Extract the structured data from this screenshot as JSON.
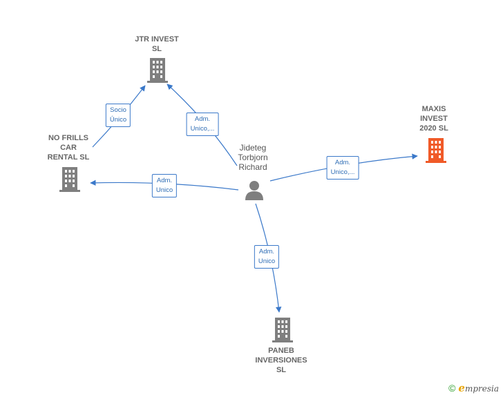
{
  "colors": {
    "edge": "#3a78c9",
    "building": "#7f7f7f",
    "building_highlight": "#f05a28",
    "person": "#7f7f7f"
  },
  "nodes": {
    "jtr": {
      "label": "JTR INVEST\nSL",
      "icon": "building-icon"
    },
    "nofrills": {
      "label": "NO FRILLS\nCAR\nRENTAL  SL",
      "icon": "building-icon"
    },
    "maxis": {
      "label": "MAXIS\nINVEST\n2020  SL",
      "icon": "building-icon"
    },
    "paneb": {
      "label": "PANEB\nINVERSIONES\nSL",
      "icon": "building-icon"
    },
    "person": {
      "label": "Jideteg\nTorbjorn\nRichard",
      "icon": "person-icon"
    }
  },
  "edges": {
    "nofrills_jtr": "Socio\nÚnico",
    "person_jtr": "Adm.\nUnico,...",
    "person_nofrills": "Adm.\nUnico",
    "person_maxis": "Adm.\nUnico,...",
    "person_paneb": "Adm.\nUnico"
  },
  "footer": {
    "copyright": "©",
    "brand_initial": "e",
    "brand_rest": "mpresia"
  }
}
